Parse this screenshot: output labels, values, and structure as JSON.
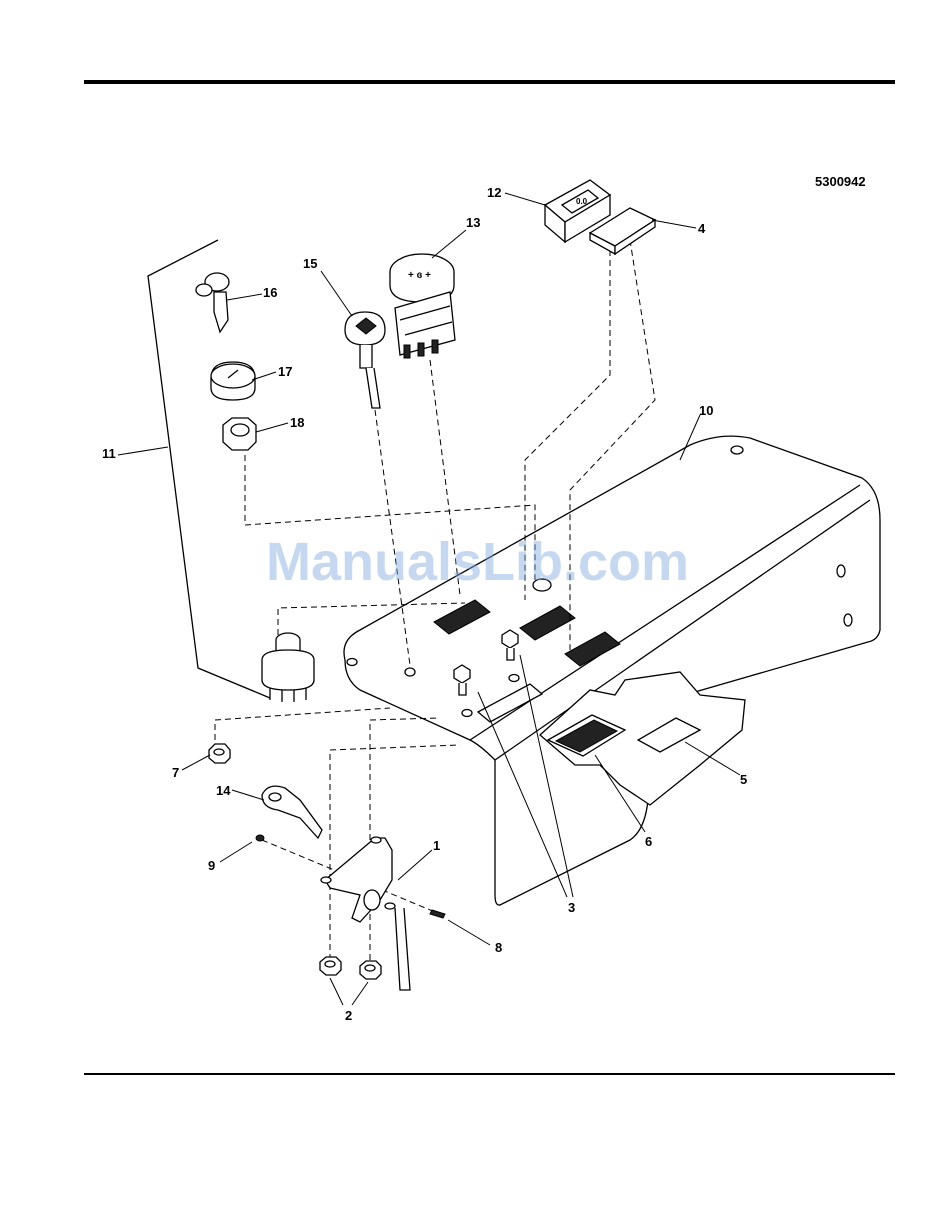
{
  "drawing_number": "5300942",
  "watermark": "ManualsLib.com",
  "callouts": [
    "1",
    "2",
    "3",
    "4",
    "5",
    "6",
    "7",
    "8",
    "9",
    "10",
    "11",
    "12",
    "13",
    "14",
    "15",
    "16",
    "17",
    "18"
  ]
}
